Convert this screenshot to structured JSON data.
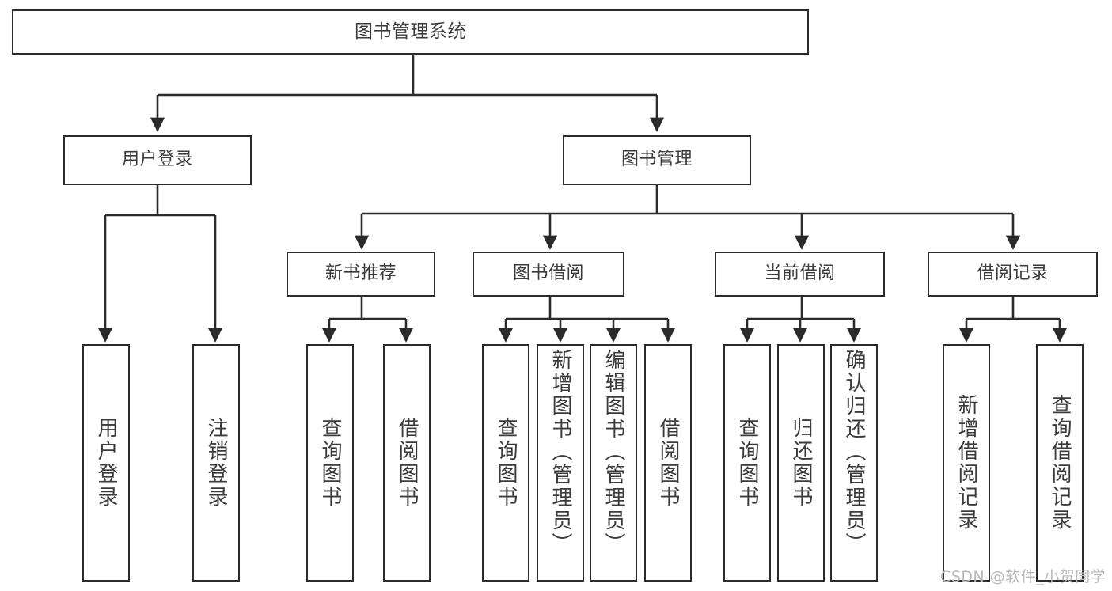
{
  "diagram": {
    "title": "图书管理系统",
    "type": "hierarchy-tree",
    "root": {
      "label": "图书管理系统"
    },
    "level1": [
      {
        "label": "用户登录"
      },
      {
        "label": "图书管理"
      }
    ],
    "level2": [
      {
        "label": "新书推荐"
      },
      {
        "label": "图书借阅"
      },
      {
        "label": "当前借阅"
      },
      {
        "label": "借阅记录"
      }
    ],
    "leaves": {
      "user_login": [
        {
          "label": "用户登录"
        },
        {
          "label": "注销登录"
        }
      ],
      "new_book_recommend": [
        {
          "label": "查询图书"
        },
        {
          "label": "借阅图书"
        }
      ],
      "book_borrow": [
        {
          "label": "查询图书"
        },
        {
          "label": "新增图书（管理员）"
        },
        {
          "label": "编辑图书（管理员）"
        },
        {
          "label": "借阅图书"
        }
      ],
      "current_borrow": [
        {
          "label": "查询图书"
        },
        {
          "label": "归还图书"
        },
        {
          "label": "确认归还（管理员）"
        }
      ],
      "borrow_records": [
        {
          "label": "新增借阅记录"
        },
        {
          "label": "查询借阅记录"
        }
      ]
    }
  },
  "watermark": {
    "text": "CSDN @软件_小贺同学"
  },
  "colors": {
    "border": "#2b2b2b",
    "text": "#3b3b3b",
    "background": "#ffffff",
    "watermark": "#b9b9b9"
  }
}
